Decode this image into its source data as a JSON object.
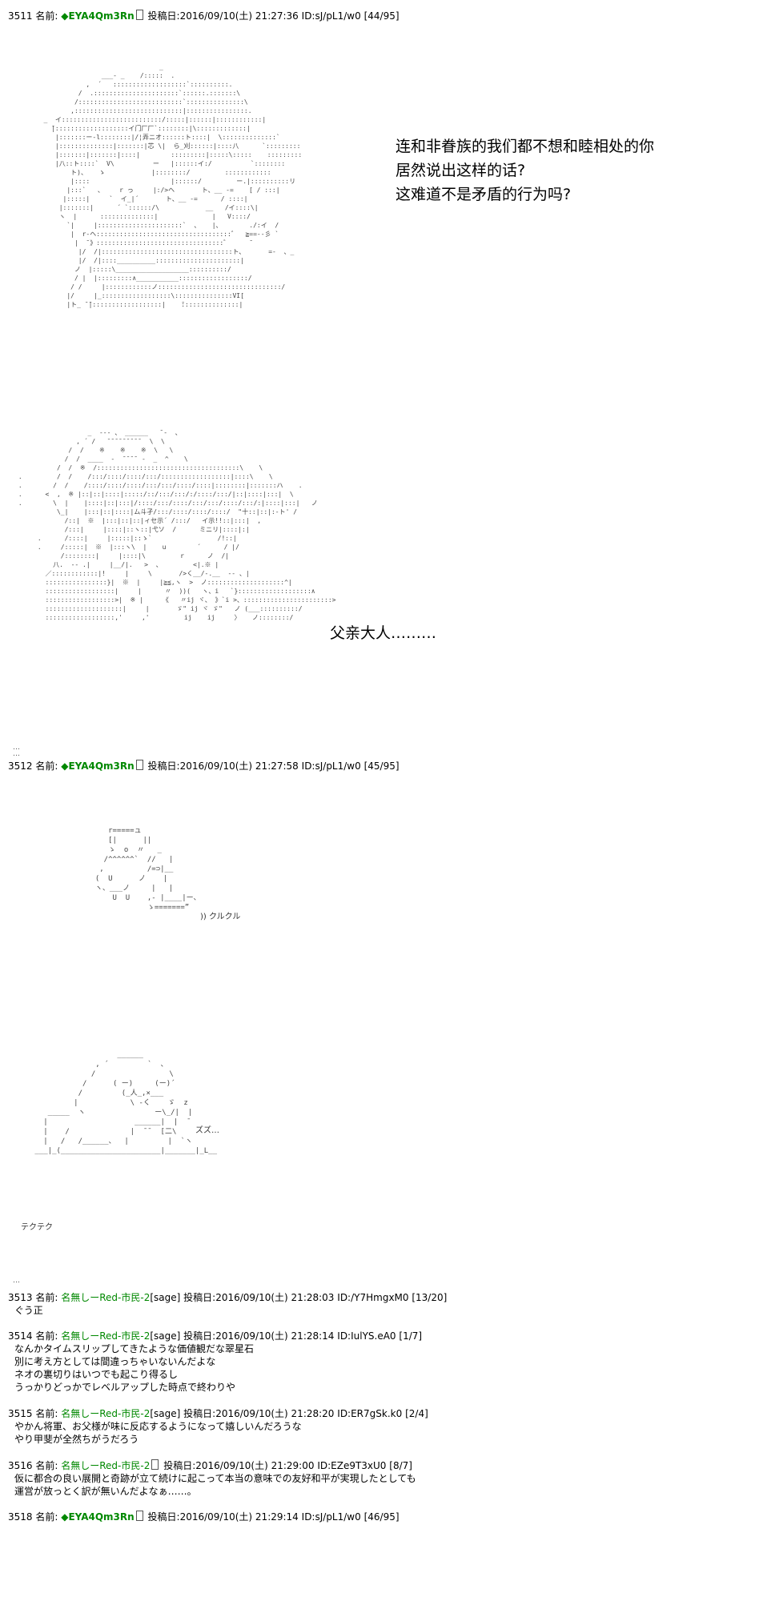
{
  "posts": [
    {
      "num": "3511",
      "label": "名前:",
      "name": "◆EYA4Qm3Rn",
      "posted_label": "投稿日:",
      "datetime": "2016/09/10(土) 21:27:36",
      "id": "ID:sJ/pL1/w0",
      "count": "[44/95]"
    },
    {
      "num": "3512",
      "label": "名前:",
      "name": "◆EYA4Qm3Rn",
      "posted_label": "投稿日:",
      "datetime": "2016/09/10(土) 21:27:58",
      "id": "ID:sJ/pL1/w0",
      "count": "[45/95]"
    },
    {
      "num": "3513",
      "label": "名前:",
      "name": "名無しーRed-市民-2",
      "sage": "[sage]",
      "posted_label": "投稿日:",
      "datetime": "2016/09/10(土) 21:28:03",
      "id": "ID:/Y7HmgxM0",
      "count": "[13/20]",
      "body": "ぐう正"
    },
    {
      "num": "3514",
      "label": "名前:",
      "name": "名無しーRed-市民-2",
      "sage": "[sage]",
      "posted_label": "投稿日:",
      "datetime": "2016/09/10(土) 21:28:14",
      "id": "ID:IulYS.eA0",
      "count": "[1/7]",
      "body": "なんかタイムスリップしてきたような価値観だな翠星石\n別に考え方としては間違っちゃいないんだよな\nネオの裏切りはいつでも起こり得るし\nうっかりどっかでレベルアップした時点で終わりや"
    },
    {
      "num": "3515",
      "label": "名前:",
      "name": "名無しーRed-市民-2",
      "sage": "[sage]",
      "posted_label": "投稿日:",
      "datetime": "2016/09/10(土) 21:28:20",
      "id": "ID:ER7gSk.k0",
      "count": "[2/4]",
      "body": "やかん将軍、お父様が味に反応するようになって嬉しいんだろうな\nやり甲斐が全然ちがうだろう"
    },
    {
      "num": "3516",
      "label": "名前:",
      "name": "名無しーRed-市民-2",
      "posted_label": "投稿日:",
      "datetime": "2016/09/10(土) 21:29:00",
      "id": "ID:EZe9T3xU0",
      "count": "[8/7]",
      "body": "仮に都合の良い展開と奇跡が立て続けに起こって本当の意味での友好和平が実現したとしても\n運営が放っとく訳が無いんだよなぁ……。"
    },
    {
      "num": "3518",
      "label": "名前:",
      "name": "◆EYA4Qm3Rn",
      "posted_label": "投稿日:",
      "datetime": "2016/09/10(土) 21:29:14",
      "id": "ID:sJ/pL1/w0",
      "count": "[46/95]"
    }
  ],
  "speech": {
    "line1": "连和非眷族的我们都不想和睦相处的你\n居然说出这样的话?\n这难道不是矛盾的行为吗?",
    "line2": "父亲大人………"
  },
  "aa_text": {
    "kurukuru": ")) クルクル",
    "zuzu": "ズズ…",
    "tekuteku": "テクテク"
  },
  "separators": {
    "dots": "…"
  }
}
